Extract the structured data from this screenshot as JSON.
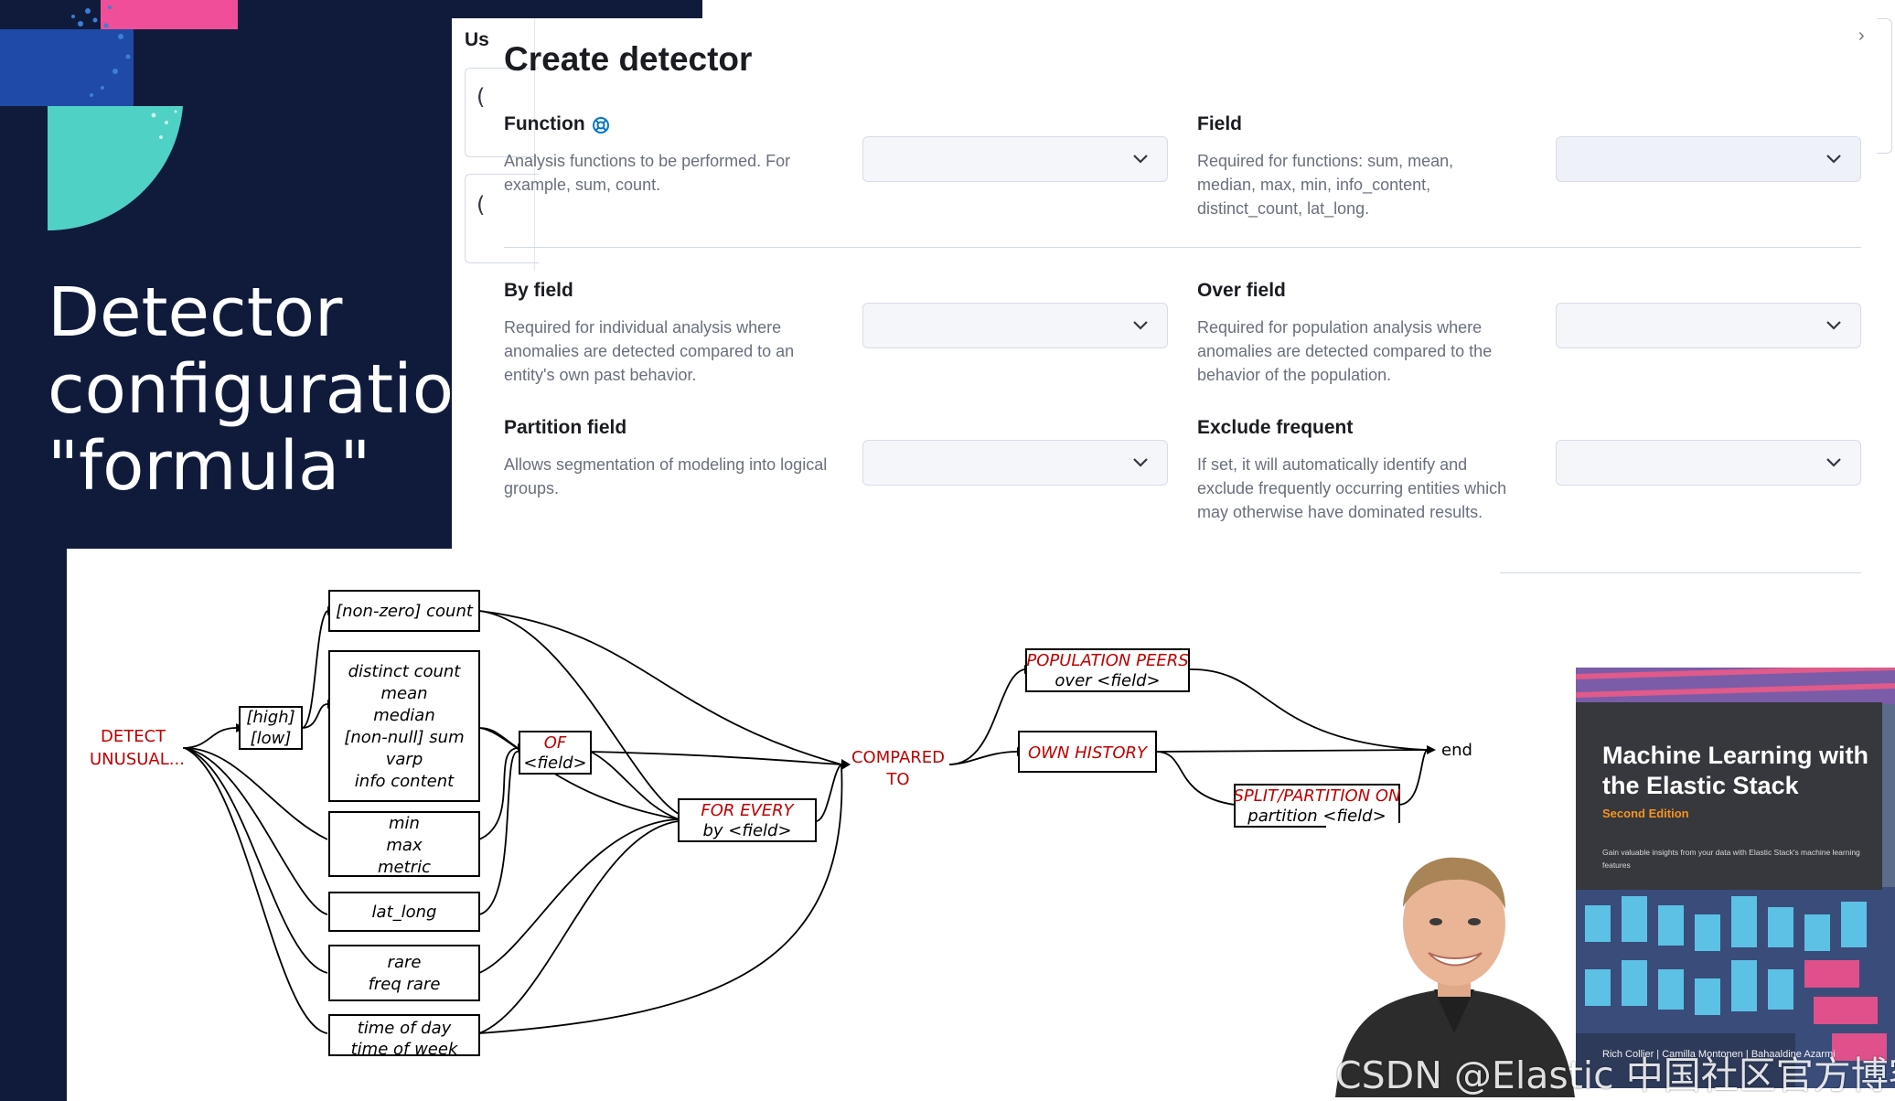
{
  "slide": {
    "title": "Detector\nconfiguration\n\"formula\""
  },
  "background_card": {
    "label_fragment": "Us",
    "paren_1": "(",
    "paren_2": "("
  },
  "modal": {
    "title": "Create detector",
    "close": "›",
    "fields": {
      "function": {
        "title": "Function",
        "desc": "Analysis functions to be performed. For example, sum, count.",
        "value": ""
      },
      "field": {
        "title": "Field",
        "desc": "Required for functions: sum, mean, median, max, min, info_content, distinct_count, lat_long.",
        "value": ""
      },
      "by_field": {
        "title": "By field",
        "desc": "Required for individual analysis where anomalies are detected compared to an entity's own past behavior.",
        "value": ""
      },
      "over_field": {
        "title": "Over field",
        "desc": "Required for population analysis where anomalies are detected compared to the behavior of the population.",
        "value": ""
      },
      "partition_field": {
        "title": "Partition field",
        "desc": "Allows segmentation of modeling into logical groups.",
        "value": ""
      },
      "exclude_frequent": {
        "title": "Exclude frequent",
        "desc": "If set, it will automatically identify and exclude frequently occurring entities which may otherwise have dominated results.",
        "value": ""
      }
    }
  },
  "diagram": {
    "start": [
      "DETECT",
      "UNUSUAL..."
    ],
    "direction": [
      "[high]",
      "[low]"
    ],
    "functions": {
      "count": [
        "[non-zero] count"
      ],
      "stats": [
        "distinct count",
        "mean",
        "median",
        "[non-null] sum",
        "varp",
        "info content"
      ],
      "metric": [
        "min",
        "max",
        "metric"
      ],
      "geo": [
        "lat_long"
      ],
      "rare": [
        "rare",
        "freq rare"
      ],
      "time": [
        "time of day",
        "time of week"
      ]
    },
    "of_field": [
      "OF",
      "<field>"
    ],
    "for_every": [
      "FOR EVERY",
      "by <field>"
    ],
    "compared_to": [
      "COMPARED",
      "TO"
    ],
    "population": [
      "POPULATION PEERS",
      "over <field>"
    ],
    "own_history": [
      "OWN HISTORY"
    ],
    "split": [
      "SPLIT/PARTITION ON",
      "partition <field>"
    ],
    "end": "end"
  },
  "book": {
    "title": "Machine Learning with the Elastic Stack",
    "edition": "Second Edition",
    "subtitle": "Gain valuable insights from your data with Elastic Stack's machine learning features",
    "authors": "Rich Collier | Camilla Montonen | Bahaaldine Azarmi"
  },
  "watermark": "CSDN @Elastic 中国社区官方博客",
  "colors": {
    "slide_bg": "#101b3c",
    "diagram_red": "#c00000",
    "book_edition": "#f7931e"
  }
}
